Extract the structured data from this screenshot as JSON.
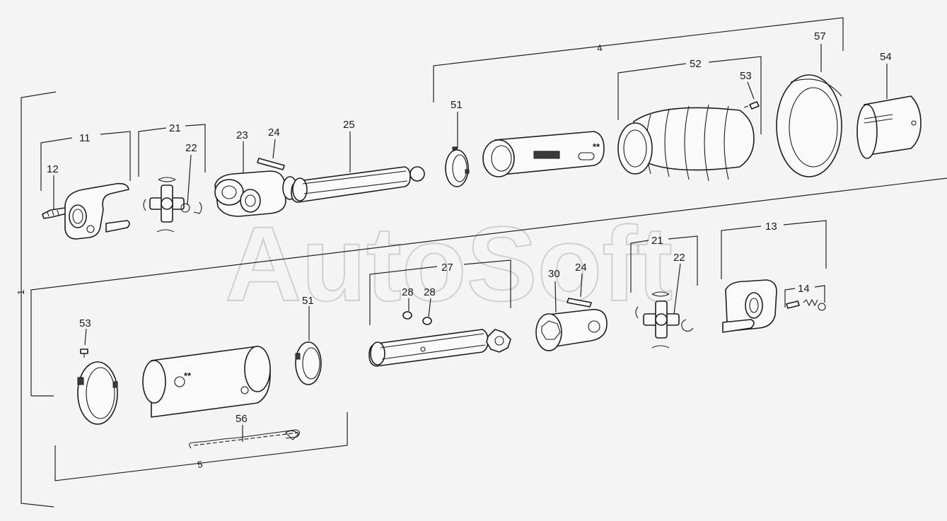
{
  "watermark": "AutoSoft",
  "callouts": {
    "c11": "11",
    "c12": "12",
    "c21a": "21",
    "c22a": "22",
    "c23": "23",
    "c24a": "24",
    "c25": "25",
    "c51a": "51",
    "c52": "52",
    "c53a": "53",
    "c57": "57",
    "c54": "54",
    "c27": "27",
    "c28a": "28",
    "c28b": "28",
    "c30": "30",
    "c24b": "24",
    "c21b": "21",
    "c22b": "22",
    "c13": "13",
    "c14": "14",
    "c53b": "53",
    "c51b": "51",
    "c56": "56"
  },
  "group_labels": {
    "g1": "1",
    "g4": "4",
    "g5": "5"
  },
  "markings": {
    "star_upper": "**",
    "star_lower": "**"
  }
}
